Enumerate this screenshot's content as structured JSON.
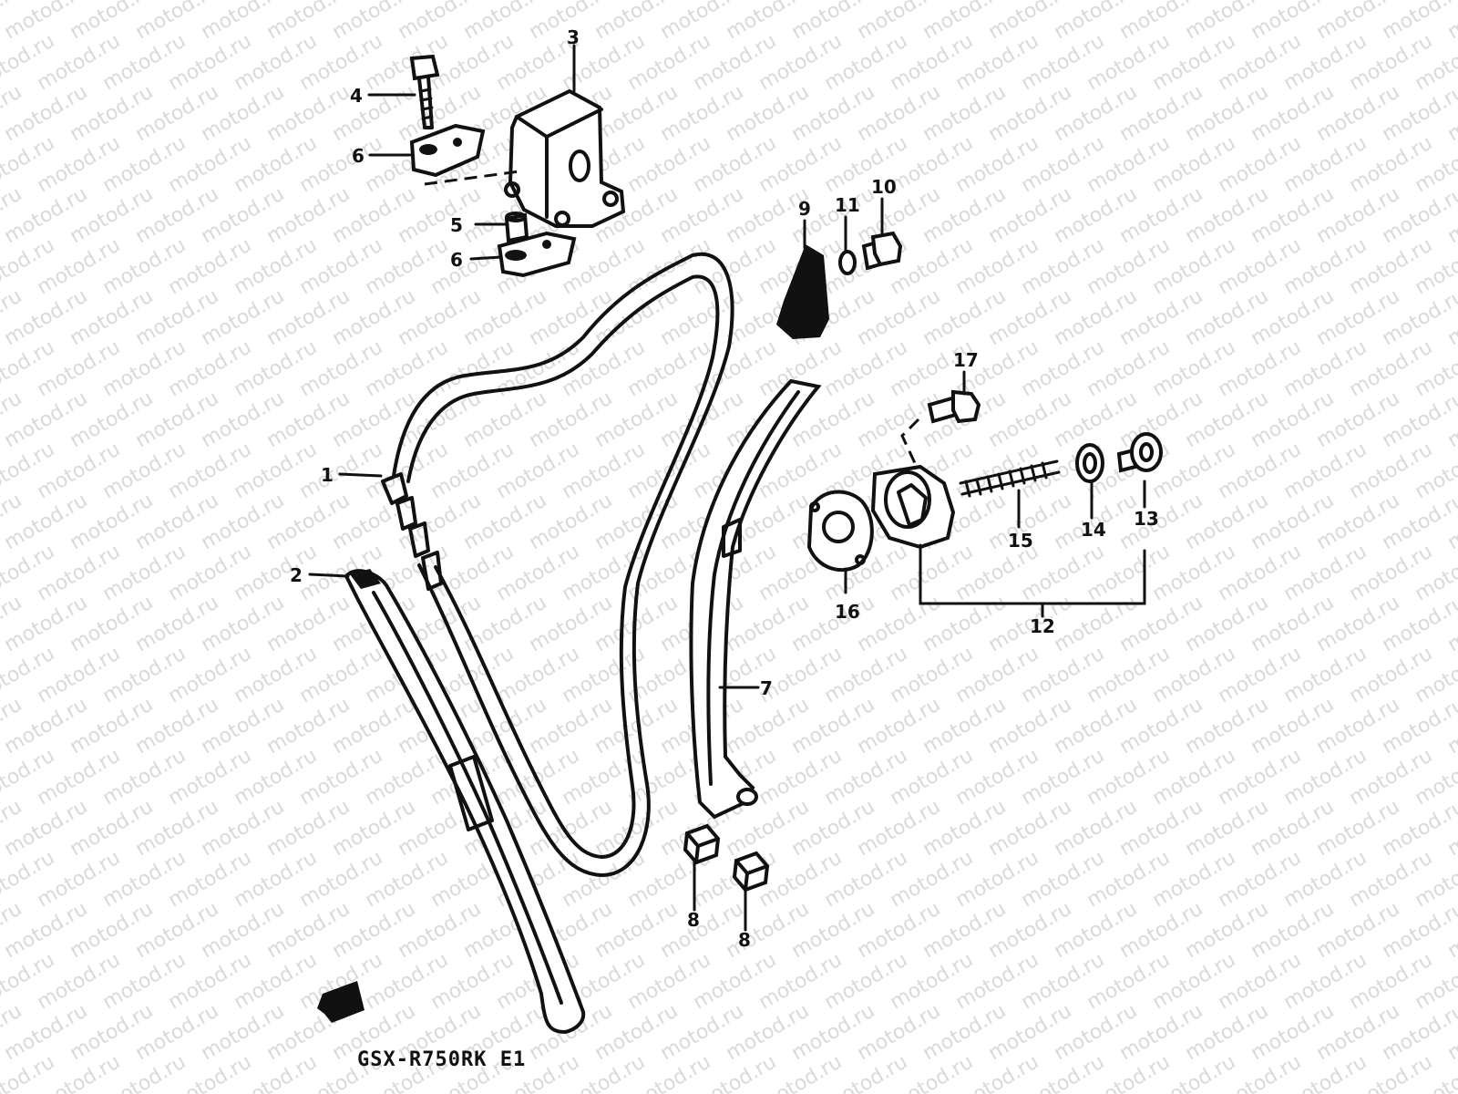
{
  "watermark": "motod.ru",
  "model_label": "GSX-R750RK E1",
  "callouts": {
    "c1": "1",
    "c2": "2",
    "c3": "3",
    "c4": "4",
    "c5": "5",
    "c6a": "6",
    "c6b": "6",
    "c7": "7",
    "c8a": "8",
    "c8b": "8",
    "c9": "9",
    "c10": "10",
    "c11": "11",
    "c12": "12",
    "c13": "13",
    "c14": "14",
    "c15": "15",
    "c16": "16",
    "c17": "17"
  },
  "colors": {
    "ink": "#111111",
    "watermark": "#d9d9d9",
    "background": "#ffffff"
  }
}
